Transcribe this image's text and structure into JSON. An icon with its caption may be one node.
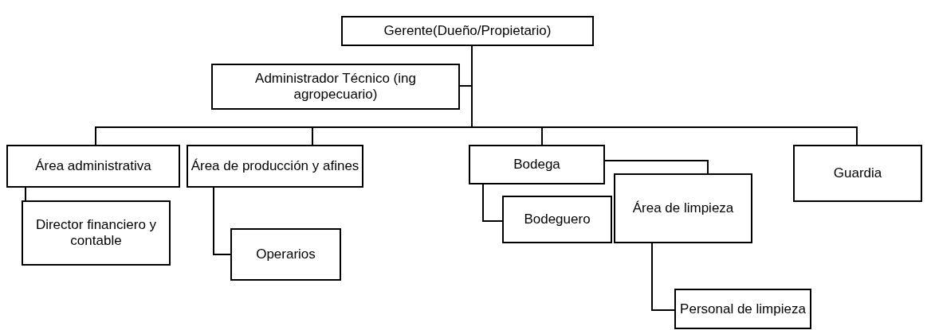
{
  "diagram": {
    "nodes": [
      {
        "text": [
          "Gerente(Dueño/Propietario)"
        ]
      },
      {
        "text": [
          "Administrador Técnico (ing agropecuario)"
        ]
      },
      {
        "text": [
          "Área administrativa"
        ]
      },
      {
        "text": [
          "Director financiero y contable"
        ]
      },
      {
        "text": [
          "Área de producción y afines"
        ]
      },
      {
        "text": [
          "Operarios"
        ]
      },
      {
        "text": [
          "Bodega"
        ]
      },
      {
        "text": [
          "Bodeguero"
        ]
      },
      {
        "text": [
          "Área de limpieza"
        ]
      },
      {
        "text": [
          "Personal de limpieza"
        ]
      },
      {
        "text": [
          "Guardia"
        ]
      }
    ],
    "edges": [
      {
        "from": 0,
        "to": 1,
        "arrow": "none"
      },
      {
        "from": 0,
        "to": 2,
        "arrow": "none"
      },
      {
        "from": 0,
        "to": 4,
        "arrow": "none"
      },
      {
        "from": 0,
        "to": 6,
        "arrow": "none"
      },
      {
        "from": 0,
        "to": 10,
        "arrow": "none"
      },
      {
        "from": 2,
        "to": 3,
        "arrow": "none"
      },
      {
        "from": 4,
        "to": 5,
        "arrow": "none"
      },
      {
        "from": 6,
        "to": 7,
        "arrow": "none"
      },
      {
        "from": 6,
        "to": 8,
        "arrow": "none"
      },
      {
        "from": 8,
        "to": 9,
        "arrow": "none"
      }
    ]
  }
}
